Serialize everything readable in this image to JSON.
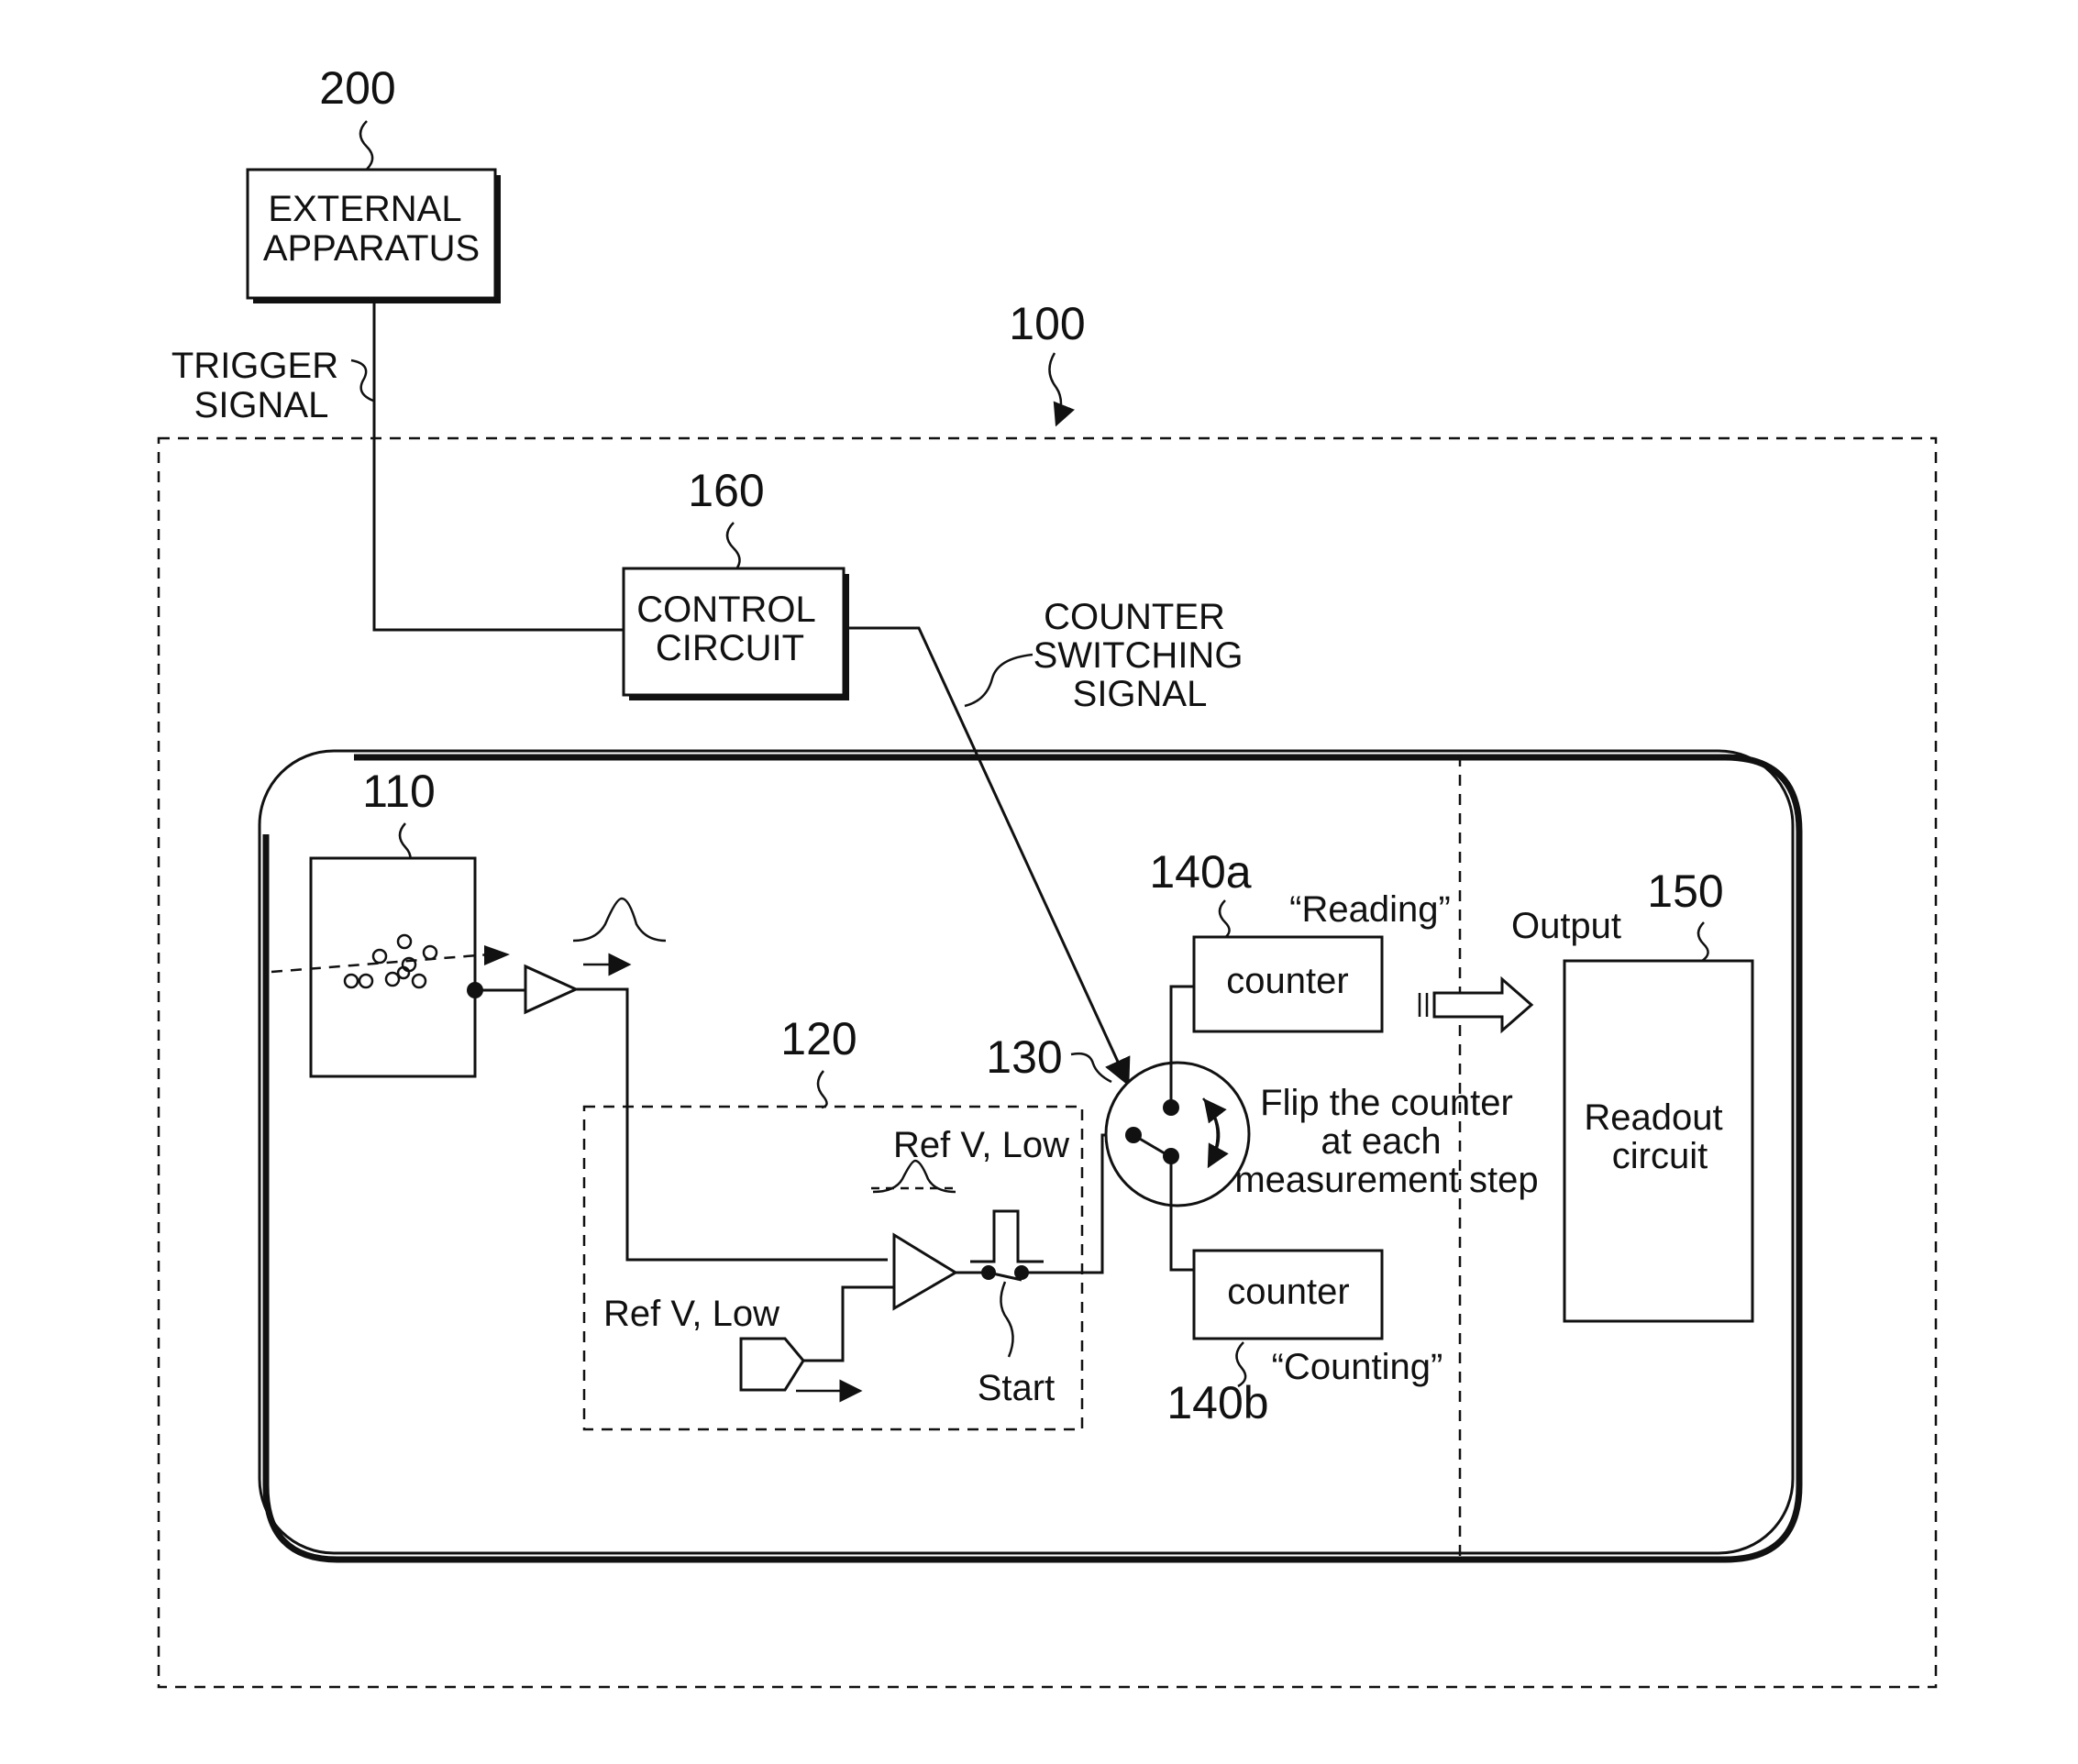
{
  "refs": {
    "external": "200",
    "device": "100",
    "control": "160",
    "sensor": "110",
    "discriminator": "120",
    "switch": "130",
    "counter_a": "140a",
    "counter_b": "140b",
    "readout": "150"
  },
  "blocks": {
    "external_line1": "EXTERNAL",
    "external_line2": "APPARATUS",
    "control_line1": "CONTROL",
    "control_line2": "CIRCUIT",
    "counter_a": "counter",
    "counter_b": "counter",
    "readout_line1": "Readout",
    "readout_line2": "circuit"
  },
  "signals": {
    "trigger_line1": "TRIGGER",
    "trigger_line2": "SIGNAL",
    "switching_line1": "COUNTER",
    "switching_line2": "SWITCHING",
    "switching_line3": "SIGNAL"
  },
  "labels": {
    "ref_v_top": "Ref V, Low",
    "ref_v_bottom": "Ref V, Low",
    "start": "Start",
    "reading": "“Reading”",
    "counting": "“Counting”",
    "output": "Output",
    "flip_line1": "Flip the counter",
    "flip_line2": "at each",
    "flip_line3": "measurement step"
  }
}
